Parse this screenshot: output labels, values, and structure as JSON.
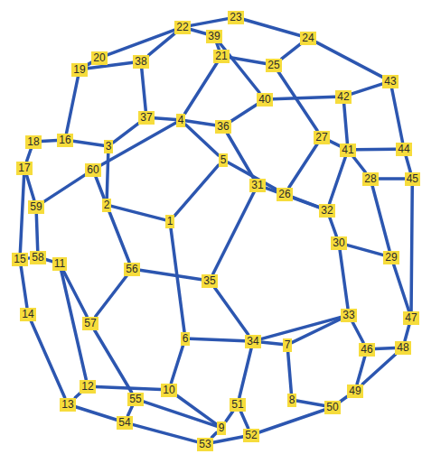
{
  "diagram": {
    "nodes": [
      {
        "text": [
          "1"
        ]
      },
      {
        "text": [
          "2"
        ]
      },
      {
        "text": [
          "3"
        ]
      },
      {
        "text": [
          "4"
        ]
      },
      {
        "text": [
          "5"
        ]
      },
      {
        "text": [
          "6"
        ]
      },
      {
        "text": [
          "7"
        ]
      },
      {
        "text": [
          "8"
        ]
      },
      {
        "text": [
          "9"
        ]
      },
      {
        "text": [
          "10"
        ]
      },
      {
        "text": [
          "11"
        ]
      },
      {
        "text": [
          "12"
        ]
      },
      {
        "text": [
          "13"
        ]
      },
      {
        "text": [
          "14"
        ]
      },
      {
        "text": [
          "15"
        ]
      },
      {
        "text": [
          "16"
        ]
      },
      {
        "text": [
          "17"
        ]
      },
      {
        "text": [
          "18"
        ]
      },
      {
        "text": [
          "19"
        ]
      },
      {
        "text": [
          "20"
        ]
      },
      {
        "text": [
          "21"
        ]
      },
      {
        "text": [
          "22"
        ]
      },
      {
        "text": [
          "23"
        ]
      },
      {
        "text": [
          "24"
        ]
      },
      {
        "text": [
          "25"
        ]
      },
      {
        "text": [
          "26"
        ]
      },
      {
        "text": [
          "27"
        ]
      },
      {
        "text": [
          "28"
        ]
      },
      {
        "text": [
          "29"
        ]
      },
      {
        "text": [
          "30"
        ]
      },
      {
        "text": [
          "31"
        ]
      },
      {
        "text": [
          "32"
        ]
      },
      {
        "text": [
          "33"
        ]
      },
      {
        "text": [
          "34"
        ]
      },
      {
        "text": [
          "35"
        ]
      },
      {
        "text": [
          "36"
        ]
      },
      {
        "text": [
          "37"
        ]
      },
      {
        "text": [
          "38"
        ]
      },
      {
        "text": [
          "39"
        ]
      },
      {
        "text": [
          "40"
        ]
      },
      {
        "text": [
          "41"
        ]
      },
      {
        "text": [
          "42"
        ]
      },
      {
        "text": [
          "43"
        ]
      },
      {
        "text": [
          "44"
        ]
      },
      {
        "text": [
          "45"
        ]
      },
      {
        "text": [
          "46"
        ]
      },
      {
        "text": [
          "47"
        ]
      },
      {
        "text": [
          "48"
        ]
      },
      {
        "text": [
          "49"
        ]
      },
      {
        "text": [
          "50"
        ]
      },
      {
        "text": [
          "51"
        ]
      },
      {
        "text": [
          "52"
        ]
      },
      {
        "text": [
          "53"
        ]
      },
      {
        "text": [
          "54"
        ]
      },
      {
        "text": [
          "55"
        ]
      },
      {
        "text": [
          "56"
        ]
      },
      {
        "text": [
          "57"
        ]
      },
      {
        "text": [
          "58"
        ]
      },
      {
        "text": [
          "59"
        ]
      },
      {
        "text": [
          "60"
        ]
      }
    ],
    "edges": [
      {
        "from": 18,
        "to": 19,
        "arrow": "none"
      },
      {
        "from": 19,
        "to": 21,
        "arrow": "none"
      },
      {
        "from": 18,
        "to": 15,
        "arrow": "none"
      },
      {
        "from": 15,
        "to": 17,
        "arrow": "none"
      },
      {
        "from": 17,
        "to": 16,
        "arrow": "none"
      },
      {
        "from": 16,
        "to": 14,
        "arrow": "none"
      },
      {
        "from": 16,
        "to": 58,
        "arrow": "none"
      },
      {
        "from": 15,
        "to": 2,
        "arrow": "none"
      },
      {
        "from": 18,
        "to": 37,
        "arrow": "none"
      },
      {
        "from": 37,
        "to": 36,
        "arrow": "none"
      },
      {
        "from": 37,
        "to": 21,
        "arrow": "none"
      },
      {
        "from": 36,
        "to": 3,
        "arrow": "none"
      },
      {
        "from": 2,
        "to": 36,
        "arrow": "none"
      },
      {
        "from": 2,
        "to": 1,
        "arrow": "none"
      },
      {
        "from": 59,
        "to": 58,
        "arrow": "none"
      },
      {
        "from": 59,
        "to": 3,
        "arrow": "none"
      },
      {
        "from": 59,
        "to": 1,
        "arrow": "none"
      },
      {
        "from": 14,
        "to": 57,
        "arrow": "none"
      },
      {
        "from": 14,
        "to": 13,
        "arrow": "none"
      },
      {
        "from": 57,
        "to": 10,
        "arrow": "none"
      },
      {
        "from": 58,
        "to": 57,
        "arrow": "none"
      },
      {
        "from": 13,
        "to": 12,
        "arrow": "none"
      },
      {
        "from": 10,
        "to": 11,
        "arrow": "none"
      },
      {
        "from": 10,
        "to": 56,
        "arrow": "none"
      },
      {
        "from": 56,
        "to": 55,
        "arrow": "none"
      },
      {
        "from": 56,
        "to": 54,
        "arrow": "none"
      },
      {
        "from": 11,
        "to": 12,
        "arrow": "none"
      },
      {
        "from": 11,
        "to": 9,
        "arrow": "none"
      },
      {
        "from": 12,
        "to": 53,
        "arrow": "none"
      },
      {
        "from": 53,
        "to": 54,
        "arrow": "none"
      },
      {
        "from": 53,
        "to": 52,
        "arrow": "none"
      },
      {
        "from": 54,
        "to": 8,
        "arrow": "none"
      },
      {
        "from": 52,
        "to": 8,
        "arrow": "none"
      },
      {
        "from": 52,
        "to": 51,
        "arrow": "none"
      },
      {
        "from": 9,
        "to": 5,
        "arrow": "none"
      },
      {
        "from": 9,
        "to": 8,
        "arrow": "none"
      },
      {
        "from": 8,
        "to": 50,
        "arrow": "none"
      },
      {
        "from": 50,
        "to": 51,
        "arrow": "none"
      },
      {
        "from": 50,
        "to": 33,
        "arrow": "none"
      },
      {
        "from": 51,
        "to": 49,
        "arrow": "none"
      },
      {
        "from": 49,
        "to": 7,
        "arrow": "none"
      },
      {
        "from": 49,
        "to": 48,
        "arrow": "none"
      },
      {
        "from": 7,
        "to": 6,
        "arrow": "none"
      },
      {
        "from": 6,
        "to": 33,
        "arrow": "none"
      },
      {
        "from": 6,
        "to": 32,
        "arrow": "none"
      },
      {
        "from": 5,
        "to": 33,
        "arrow": "none"
      },
      {
        "from": 5,
        "to": 0,
        "arrow": "none"
      },
      {
        "from": 0,
        "to": 1,
        "arrow": "none"
      },
      {
        "from": 0,
        "to": 4,
        "arrow": "none"
      },
      {
        "from": 1,
        "to": 55,
        "arrow": "none"
      },
      {
        "from": 55,
        "to": 34,
        "arrow": "none"
      },
      {
        "from": 34,
        "to": 33,
        "arrow": "none"
      },
      {
        "from": 34,
        "to": 30,
        "arrow": "none"
      },
      {
        "from": 33,
        "to": 32,
        "arrow": "none"
      },
      {
        "from": 32,
        "to": 29,
        "arrow": "none"
      },
      {
        "from": 32,
        "to": 45,
        "arrow": "none"
      },
      {
        "from": 45,
        "to": 48,
        "arrow": "none"
      },
      {
        "from": 45,
        "to": 47,
        "arrow": "none"
      },
      {
        "from": 47,
        "to": 46,
        "arrow": "none"
      },
      {
        "from": 47,
        "to": 48,
        "arrow": "none"
      },
      {
        "from": 46,
        "to": 44,
        "arrow": "none"
      },
      {
        "from": 46,
        "to": 28,
        "arrow": "none"
      },
      {
        "from": 28,
        "to": 29,
        "arrow": "none"
      },
      {
        "from": 28,
        "to": 27,
        "arrow": "none"
      },
      {
        "from": 27,
        "to": 40,
        "arrow": "none"
      },
      {
        "from": 27,
        "to": 44,
        "arrow": "none"
      },
      {
        "from": 29,
        "to": 31,
        "arrow": "none"
      },
      {
        "from": 31,
        "to": 25,
        "arrow": "none"
      },
      {
        "from": 31,
        "to": 40,
        "arrow": "none"
      },
      {
        "from": 31,
        "to": 30,
        "arrow": "none"
      },
      {
        "from": 25,
        "to": 4,
        "arrow": "none"
      },
      {
        "from": 25,
        "to": 26,
        "arrow": "none"
      },
      {
        "from": 26,
        "to": 40,
        "arrow": "none"
      },
      {
        "from": 26,
        "to": 24,
        "arrow": "none"
      },
      {
        "from": 40,
        "to": 41,
        "arrow": "none"
      },
      {
        "from": 41,
        "to": 42,
        "arrow": "none"
      },
      {
        "from": 43,
        "to": 44,
        "arrow": "none"
      },
      {
        "from": 43,
        "to": 42,
        "arrow": "none"
      },
      {
        "from": 43,
        "to": 40,
        "arrow": "none"
      },
      {
        "from": 42,
        "to": 23,
        "arrow": "none"
      },
      {
        "from": 41,
        "to": 39,
        "arrow": "none"
      },
      {
        "from": 39,
        "to": 35,
        "arrow": "none"
      },
      {
        "from": 39,
        "to": 38,
        "arrow": "none"
      },
      {
        "from": 35,
        "to": 3,
        "arrow": "none"
      },
      {
        "from": 35,
        "to": 30,
        "arrow": "none"
      },
      {
        "from": 3,
        "to": 20,
        "arrow": "none"
      },
      {
        "from": 3,
        "to": 4,
        "arrow": "none"
      },
      {
        "from": 20,
        "to": 24,
        "arrow": "none"
      },
      {
        "from": 20,
        "to": 38,
        "arrow": "none"
      },
      {
        "from": 21,
        "to": 38,
        "arrow": "none"
      },
      {
        "from": 21,
        "to": 22,
        "arrow": "none"
      },
      {
        "from": 22,
        "to": 23,
        "arrow": "none"
      },
      {
        "from": 23,
        "to": 24,
        "arrow": "none"
      }
    ]
  }
}
